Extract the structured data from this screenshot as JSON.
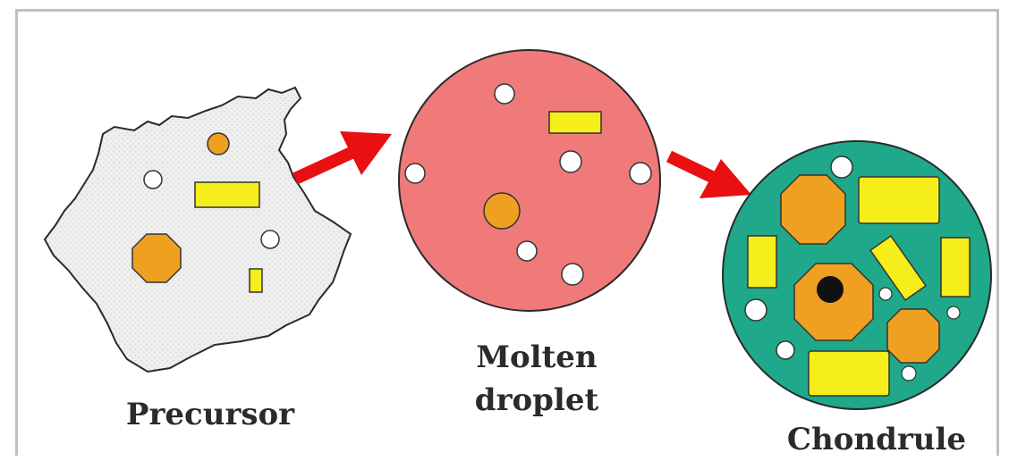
{
  "labels": {
    "precursor_line1": "Precursor",
    "precursor_line2": "",
    "molten_line1": "Molten",
    "molten_line2": "droplet",
    "chondrule": "Chondrule"
  },
  "colors": {
    "precursor_fill": "#ededed",
    "droplet_fill": "#f07a7a",
    "chondrule_fill": "#1fa88a",
    "grain_orange": "#f0a020",
    "grain_yellow": "#f5ee1a",
    "arrow": "#e81010"
  }
}
